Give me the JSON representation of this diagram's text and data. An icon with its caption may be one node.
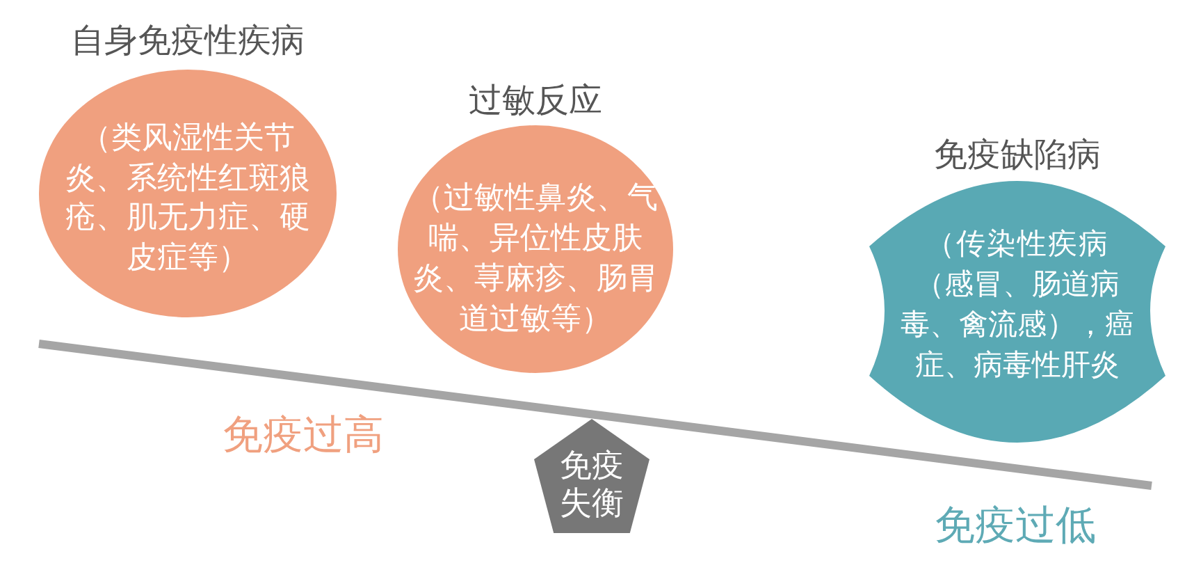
{
  "diagram": {
    "nodes": [
      {
        "text": [
          "自身免疫性疾病",
          "（类风湿性关节炎、系统性红斑狼疮、肌无力症、硬皮症等）"
        ]
      },
      {
        "text": [
          "过敏反应",
          "（过敏性鼻炎、气喘、异位性皮肤炎、荨麻疹、肠胃道过敏等）"
        ]
      },
      {
        "text": [
          "免疫缺陷病",
          "（传染性疾病（感冒、肠道病毒、禽流感），癌症、病毒性肝炎"
        ]
      },
      {
        "text": [
          "免疫失衡"
        ]
      }
    ],
    "labels": [
      "免疫过高",
      "免疫过低"
    ]
  }
}
